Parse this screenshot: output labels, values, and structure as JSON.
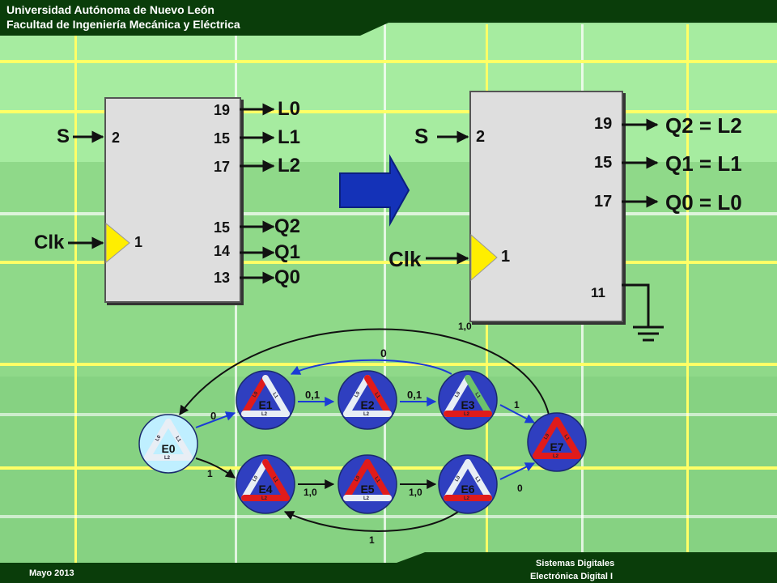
{
  "header": {
    "line1": "Universidad Autónoma de Nuevo León",
    "line2": "Facultad de Ingeniería Mecánica y Eléctrica"
  },
  "footer": {
    "date": "Mayo 2013",
    "course1": "Sistemas Digitales",
    "course2": "Electrónica Digital I"
  },
  "left_block": {
    "in_s": "S",
    "pin_s": "2",
    "in_clk": "Clk",
    "pin_clk": "1",
    "pins": [
      "19",
      "15",
      "17",
      "15",
      "14",
      "13"
    ],
    "outs": [
      "L0",
      "L1",
      "L2",
      "Q2",
      "Q1",
      "Q0"
    ]
  },
  "right_block": {
    "in_s": "S",
    "pin_s": "2",
    "in_clk": "Clk",
    "pin_clk": "1",
    "pins": [
      "19",
      "15",
      "17"
    ],
    "outs": [
      "Q2 = L2",
      "Q1 = L1",
      "Q0 = L0"
    ],
    "gnd_pin": "11"
  },
  "states": [
    {
      "name": "E0",
      "sides": [
        "L0",
        "L1",
        "L2"
      ]
    },
    {
      "name": "E1",
      "sides": [
        "L0",
        "L1",
        "L2"
      ]
    },
    {
      "name": "E2",
      "sides": [
        "L0",
        "L1",
        "L2"
      ]
    },
    {
      "name": "E3",
      "sides": [
        "L0",
        "L1",
        "L2"
      ]
    },
    {
      "name": "E4",
      "sides": [
        "L0",
        "L1",
        "L2"
      ]
    },
    {
      "name": "E5",
      "sides": [
        "L0",
        "L1",
        "L2"
      ]
    },
    {
      "name": "E6",
      "sides": [
        "L0",
        "L1",
        "L2"
      ]
    },
    {
      "name": "E7",
      "sides": [
        "L0",
        "L1",
        "L2"
      ]
    }
  ],
  "transitions": {
    "e0_e1": "0",
    "e1_e2": "0,1",
    "e2_e3": "0,1",
    "e3_e7": "1",
    "e3_e1": "0",
    "e7_e0": "1,0",
    "e0_e4": "1",
    "e4_e5": "1,0",
    "e5_e6": "1,0",
    "e6_e7": "0",
    "e6_e4": "1"
  },
  "colors": {
    "header_bg": "#0a3d0a",
    "accent_yellow": "#ffff66",
    "state_fill": "#2f3fc0",
    "state_e0_fill": "#bfefff",
    "tri_red": "#e01b1b",
    "tri_white": "#e8eef5",
    "tri_green": "#6cc26c",
    "arrow_blue": "#1b3bd6",
    "big_arrow": "#1432b8",
    "clk_triangle": "#ffee00"
  }
}
